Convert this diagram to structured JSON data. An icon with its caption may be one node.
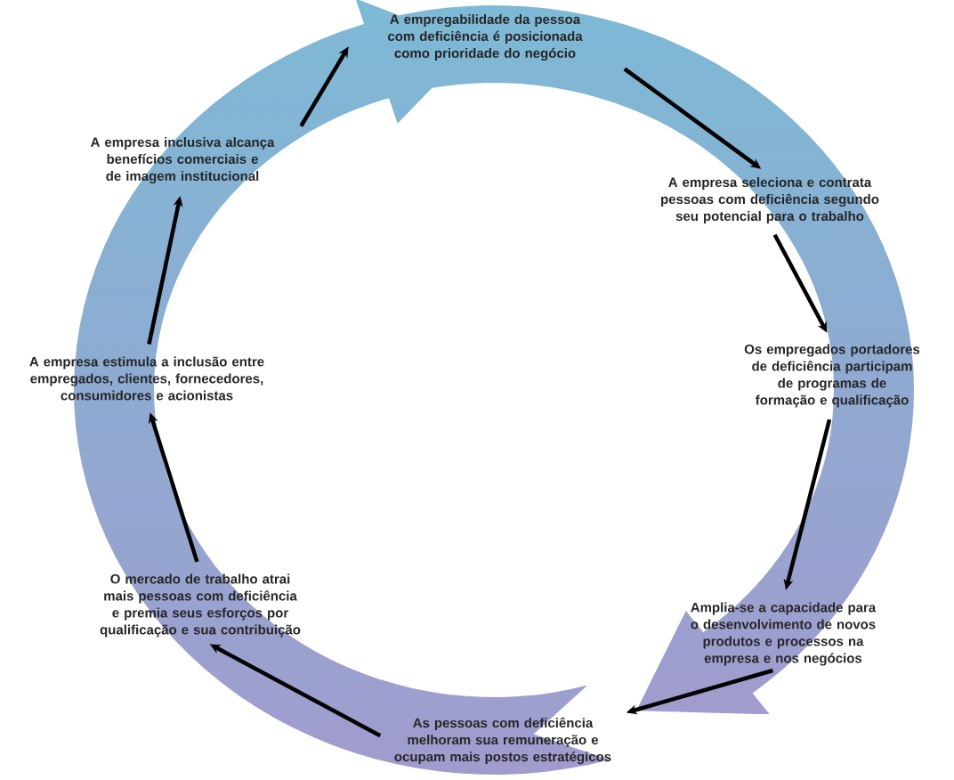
{
  "diagram": {
    "nodes": [
      {
        "text": [
          "A empregabilidade da pessoa com deficiência é posicionada como prioridade do negócio"
        ]
      },
      {
        "text": [
          "A empresa seleciona e contrata pessoas com deficiência segundo seu potencial para o trabalho"
        ]
      },
      {
        "text": [
          "Os empregados portadores de deficiência participam de programas de formação e qualificação"
        ]
      },
      {
        "text": [
          "Amplia-se a capacidade para o desenvolvimento de novos produtos e processos na empresa e nos negócios"
        ]
      },
      {
        "text": [
          "As pessoas com deficiência melhoram sua remuneração e ocupam mais postos estratégicos"
        ]
      },
      {
        "text": [
          "O mercado de trabalho atrai mais pessoas com deficiência e premia seus esforços por qualificação e sua contribuição"
        ]
      },
      {
        "text": [
          "A empresa estimula a inclusão entre empregados, clientes, fornecedores, consumidores e acionistas"
        ]
      },
      {
        "text": [
          "A empresa inclusiva alcança benefícios comerciais e de imagem institucional"
        ]
      }
    ],
    "edges": [
      {
        "from": 0,
        "to": 1,
        "arrow": "to"
      },
      {
        "from": 1,
        "to": 2,
        "arrow": "to"
      },
      {
        "from": 2,
        "to": 3,
        "arrow": "to"
      },
      {
        "from": 3,
        "to": 4,
        "arrow": "to"
      },
      {
        "from": 4,
        "to": 5,
        "arrow": "to"
      },
      {
        "from": 5,
        "to": 6,
        "arrow": "to"
      },
      {
        "from": 6,
        "to": 7,
        "arrow": "to"
      },
      {
        "from": 7,
        "to": 0,
        "arrow": "to"
      }
    ]
  }
}
